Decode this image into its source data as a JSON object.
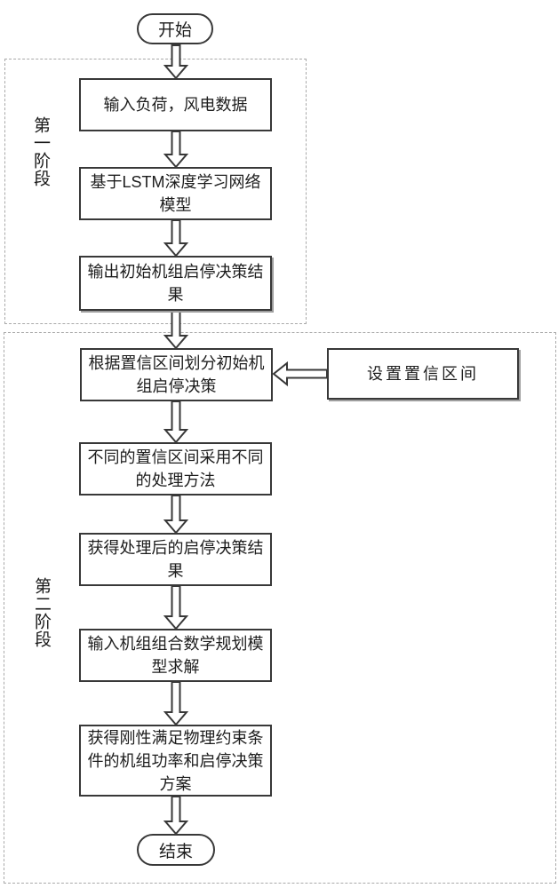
{
  "colors": {
    "line": "#383838",
    "dashed_border": "#a9a9a9",
    "background": "#ffffff",
    "text": "#1d1d1d"
  },
  "terminals": {
    "start": "开始",
    "end": "结束"
  },
  "stage1": {
    "label": "第一阶段",
    "steps": [
      "输入负荷，风电数据",
      "基于LSTM深度学习网络模型",
      "输出初始机组启停决策结果"
    ]
  },
  "stage2": {
    "label": "第二阶段",
    "steps": [
      "根据置信区间划分初始机组启停决策",
      "不同的置信区间采用不同的处理方法",
      "获得处理后的启停决策结果",
      "输入机组组合数学规划模型求解",
      "获得刚性满足物理约束条件的机组功率和启停决策方案"
    ],
    "side_box": "设置置信区间"
  }
}
